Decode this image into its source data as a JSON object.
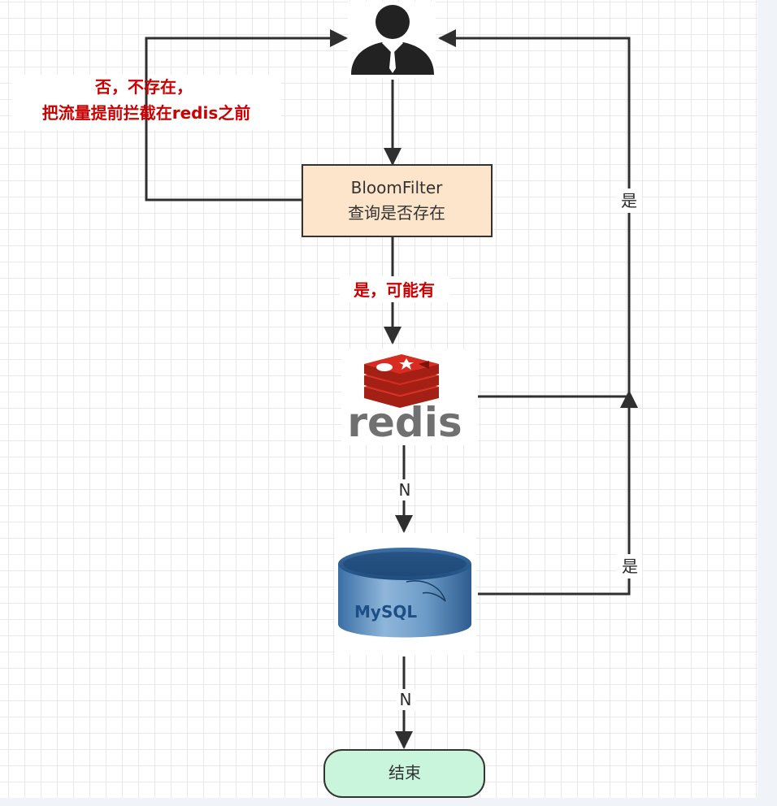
{
  "filter_node": {
    "line1": "BloomFilter",
    "line2": "查询是否存在"
  },
  "reject_label": {
    "line1": "否，不存在，",
    "line2": "把流量提前拦截在redis之前"
  },
  "pass_label": "是，可能有",
  "redis_logo_text": "redis",
  "mysql_logo_text": "MySQL",
  "redis_hit_label": "是",
  "mysql_hit_label": "是",
  "redis_miss_label": "N",
  "mysql_miss_label": "N",
  "end_node_label": "结束",
  "colors": {
    "filter_fill": "#fde5cc",
    "end_fill": "#c9f5dc",
    "highlight_text": "#cc0000",
    "redis_red": "#d82c20",
    "mysql_blue": "#3f7fb8"
  },
  "icons": {
    "user": "user-icon",
    "redis": "redis-logo",
    "mysql": "mysql-database-icon"
  }
}
